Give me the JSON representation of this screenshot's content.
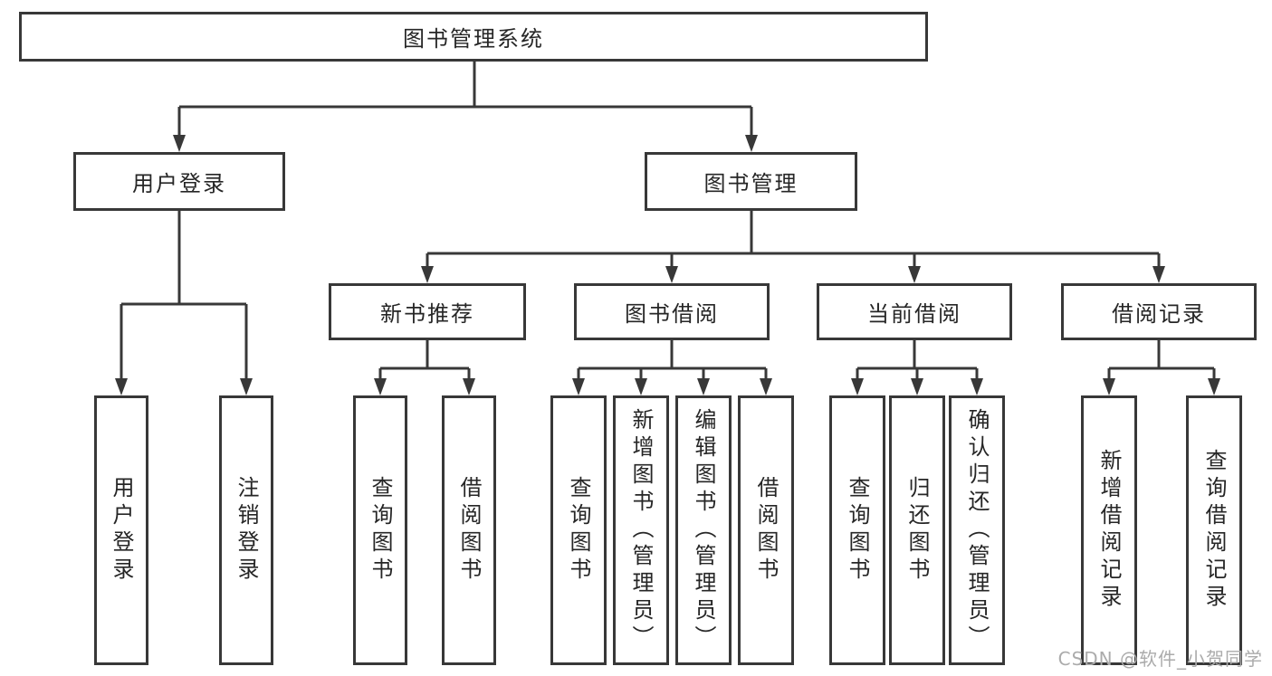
{
  "diagram": {
    "root": {
      "label": "图书管理系统"
    },
    "branches": [
      {
        "label": "用户登录",
        "children": [
          {
            "label": "用户登录"
          },
          {
            "label": "注销登录"
          }
        ]
      },
      {
        "label": "图书管理",
        "children": [
          {
            "label": "新书推荐",
            "children": [
              {
                "label": "查询图书"
              },
              {
                "label": "借阅图书"
              }
            ]
          },
          {
            "label": "图书借阅",
            "children": [
              {
                "label": "查询图书"
              },
              {
                "label": "新增图书（管理员）"
              },
              {
                "label": "编辑图书（管理员）"
              },
              {
                "label": "借阅图书"
              }
            ]
          },
          {
            "label": "当前借阅",
            "children": [
              {
                "label": "查询图书"
              },
              {
                "label": "归还图书"
              },
              {
                "label": "确认归还（管理员）"
              }
            ]
          },
          {
            "label": "借阅记录",
            "children": [
              {
                "label": "新增借阅记录"
              },
              {
                "label": "查询借阅记录"
              }
            ]
          }
        ]
      }
    ]
  },
  "watermark": {
    "text": "CSDN @软件_小贺同学"
  },
  "colors": {
    "line": "#383838",
    "box_border": "#383838",
    "text": "#262626",
    "watermark": "#ababab",
    "background": "#ffffff"
  }
}
